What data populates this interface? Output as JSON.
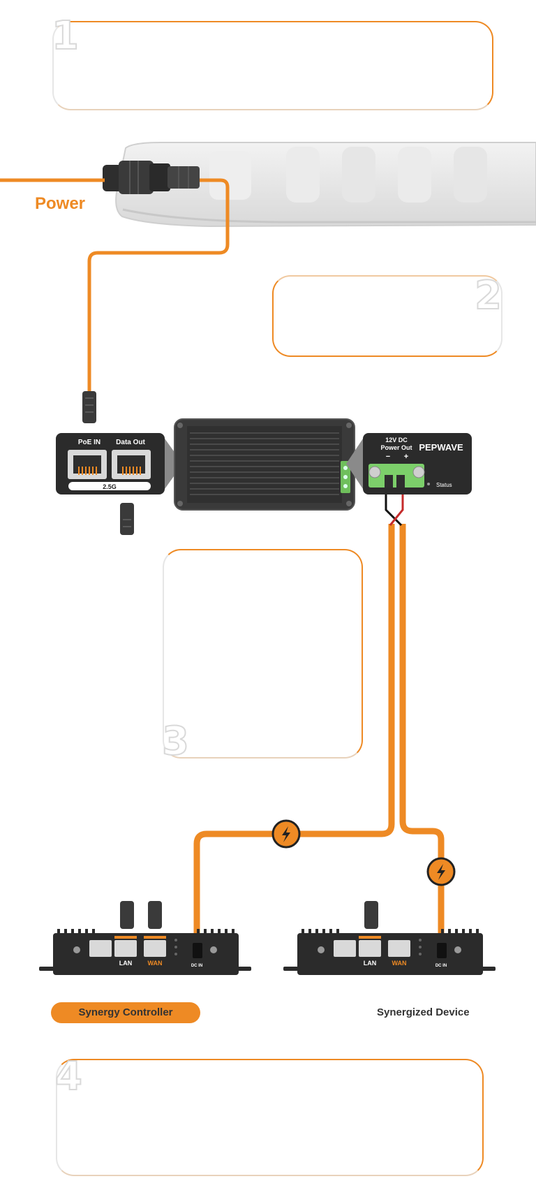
{
  "steps": [
    {
      "number": "1"
    },
    {
      "number": "2"
    },
    {
      "number": "3"
    },
    {
      "number": "4"
    }
  ],
  "labels": {
    "power": "Power"
  },
  "injector": {
    "port_left": "PoE IN",
    "port_right": "Data Out",
    "speed_badge": "2.5G"
  },
  "power_out": {
    "header_line1": "12V DC",
    "header_line2": "Power Out",
    "minus": "−",
    "plus": "+",
    "brand": "PEPWAVE",
    "status": "Status"
  },
  "routers": [
    {
      "lan": "LAN",
      "wan": "WAN",
      "dc_in": "DC IN"
    },
    {
      "lan": "LAN",
      "wan": "WAN",
      "dc_in": "DC IN"
    }
  ],
  "legend": {
    "controller": "Synergy Controller",
    "device": "Synergized Device"
  },
  "colors": {
    "accent": "#ee8a24",
    "device_dark": "#2b2b2b",
    "terminal_green": "#7ccf6a"
  }
}
